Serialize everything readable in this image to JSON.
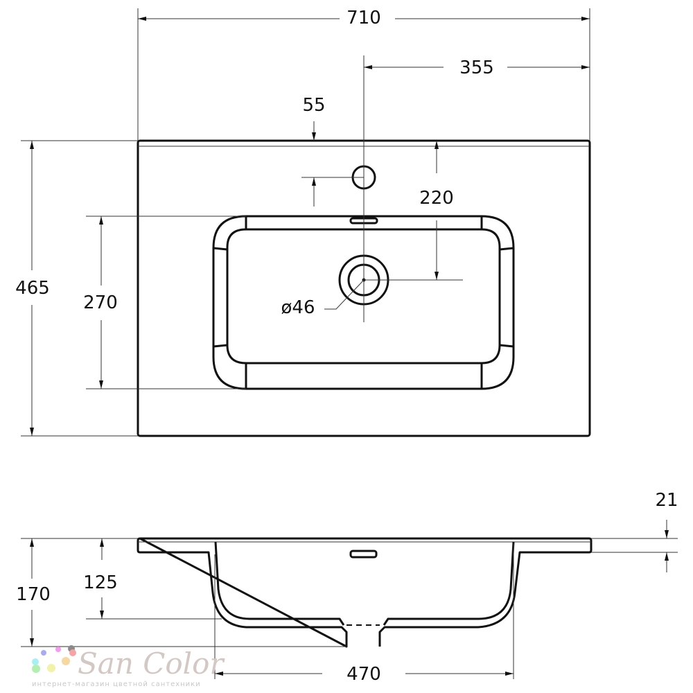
{
  "dimensions": {
    "overall_width": "710",
    "half_width": "355",
    "tap_hole_offset": "55",
    "drain_offset": "220",
    "overall_depth": "465",
    "bowl_depth": "270",
    "drain_diameter": "ø46",
    "slab_thickness": "21",
    "total_height": "170",
    "bowl_height": "125",
    "bowl_width": "470"
  },
  "logo": {
    "name": "San Color",
    "tagline": "интернет-магазин цветной сантехники"
  },
  "colors": {
    "line": "#111111"
  }
}
